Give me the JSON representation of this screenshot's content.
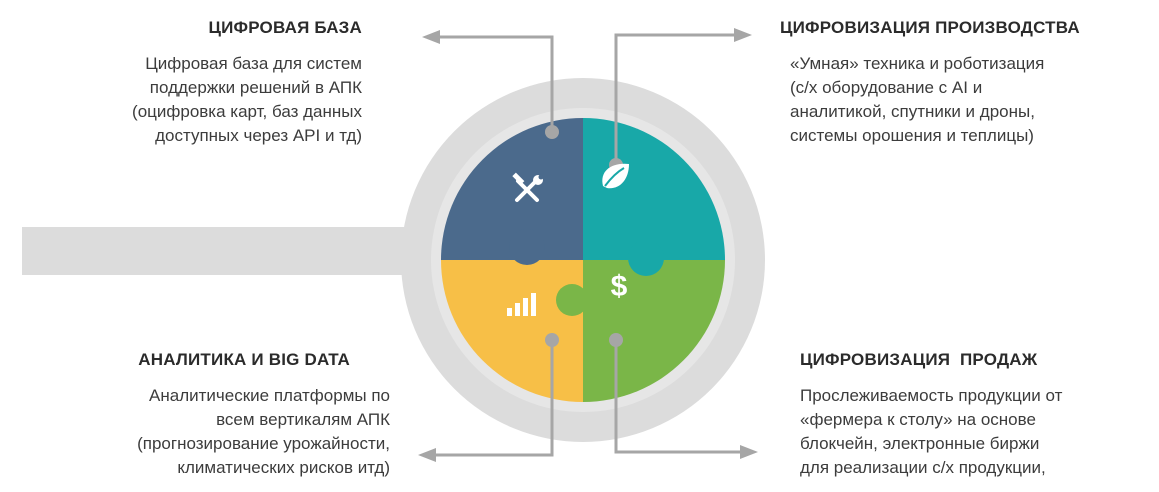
{
  "colors": {
    "ring": "#dcdcdc",
    "ring_inner": "#cfcfcf",
    "handle": "#dcdcdc",
    "connector": "#a6a6a6",
    "quadrant_tl": "#4b6a8c",
    "quadrant_tr": "#18a8a8",
    "quadrant_bl": "#f7bf47",
    "quadrant_br": "#7ab648",
    "icon": "#ffffff"
  },
  "icons": {
    "top_left": "tools-icon",
    "top_right": "leaf-icon",
    "bottom_left": "bar-chart-icon",
    "bottom_right": "dollar-icon"
  },
  "sections": {
    "digital_base": {
      "title": "ЦИФРОВАЯ БАЗА",
      "lines": [
        "Цифровая база  для систем",
        "поддержки решений в АПК",
        "(оцифровка карт, баз данных",
        "доступных через API и тд)"
      ]
    },
    "production": {
      "title": "ЦИФРОВИЗАЦИЯ ПРОИЗВОДСТВА",
      "lines": [
        "«Умная» техника и роботизация",
        "(с/х оборудование с AI и",
        "аналитикой,  спутники и дроны,",
        "системы орошения и теплицы)"
      ]
    },
    "analytics": {
      "title": "АНАЛИТИКА И BIG DATA",
      "lines": [
        "Аналитические платформы по",
        "всем вертикалям АПК",
        "(прогнозирование урожайности,",
        "климатических рисков итд)"
      ]
    },
    "sales": {
      "title": "ЦИФРОВИЗАЦИЯ  ПРОДАЖ",
      "lines": [
        "Прослеживаемость продукции от",
        "«фермера к столу» на основе",
        "блокчейн, электронные биржи",
        "для реализации с/х продукции,"
      ]
    }
  }
}
